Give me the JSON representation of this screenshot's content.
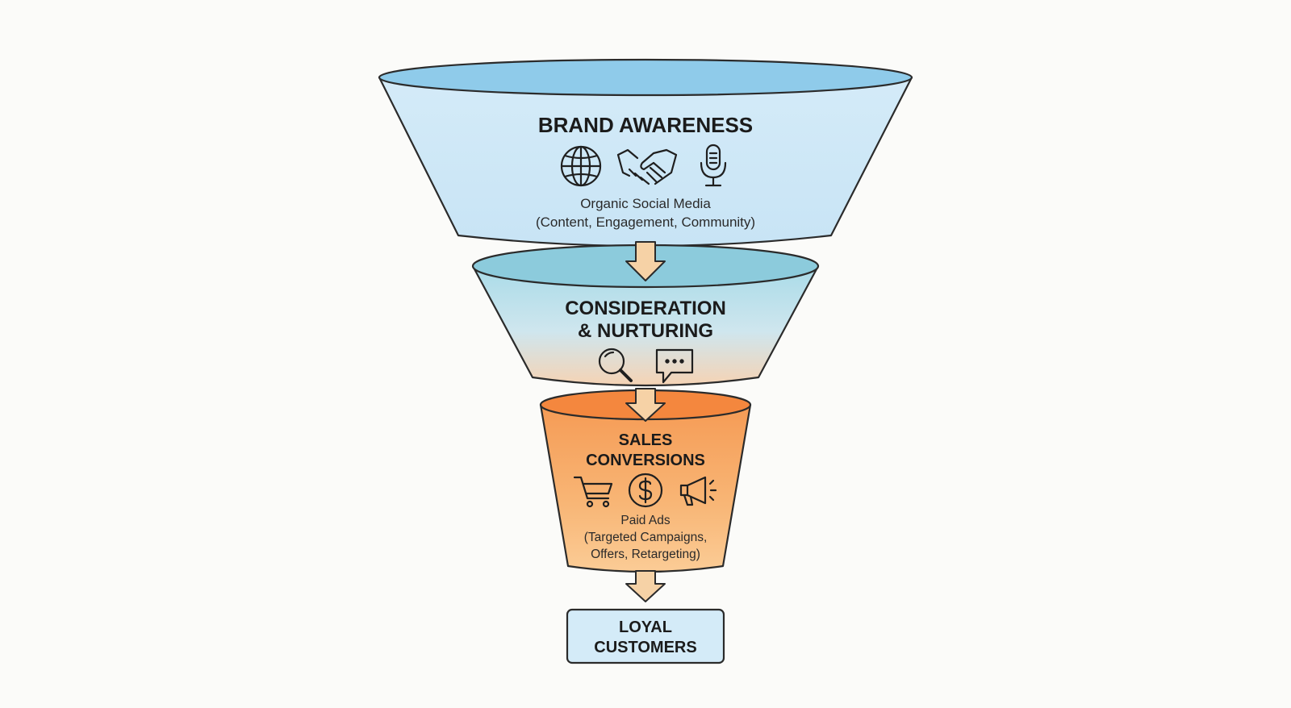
{
  "stages": [
    {
      "title_lines": [
        "BRAND AWARENESS"
      ],
      "icons": [
        "globe-icon",
        "handshake-icon",
        "microphone-icon"
      ],
      "caption_lines": [
        "Organic Social Media",
        "(Content, Engagement, Community)"
      ],
      "colors": {
        "rim": "#8fcbea",
        "body_top": "#d4ebf8",
        "body_bottom": "#c8e4f5"
      }
    },
    {
      "title_lines": [
        "CONSIDERATION",
        "& NURTURING"
      ],
      "icons": [
        "magnifying-glass-icon",
        "chat-bubble-icon"
      ],
      "caption_lines": [],
      "colors": {
        "rim": "#8ccbdc",
        "body_top": "#a9dbe8",
        "body_bottom": "#f5d3b4"
      }
    },
    {
      "title_lines": [
        "SALES",
        "CONVERSIONS"
      ],
      "icons": [
        "shopping-cart-icon",
        "dollar-coin-icon",
        "megaphone-icon"
      ],
      "caption_lines": [
        "Paid Ads",
        "(Targeted Campaigns,",
        "Offers, Retargeting)"
      ],
      "colors": {
        "rim": "#f4873e",
        "body_top": "#f59b55",
        "body_bottom": "#fbcc96"
      }
    }
  ],
  "outcome": {
    "title_lines": [
      "LOYAL",
      "CUSTOMERS"
    ],
    "colors": {
      "fill": "#d4ebf8"
    }
  },
  "colors": {
    "outline": "#2b2b2b",
    "arrow_fill": "#f6d2a6",
    "background": "#fbfbf9"
  }
}
